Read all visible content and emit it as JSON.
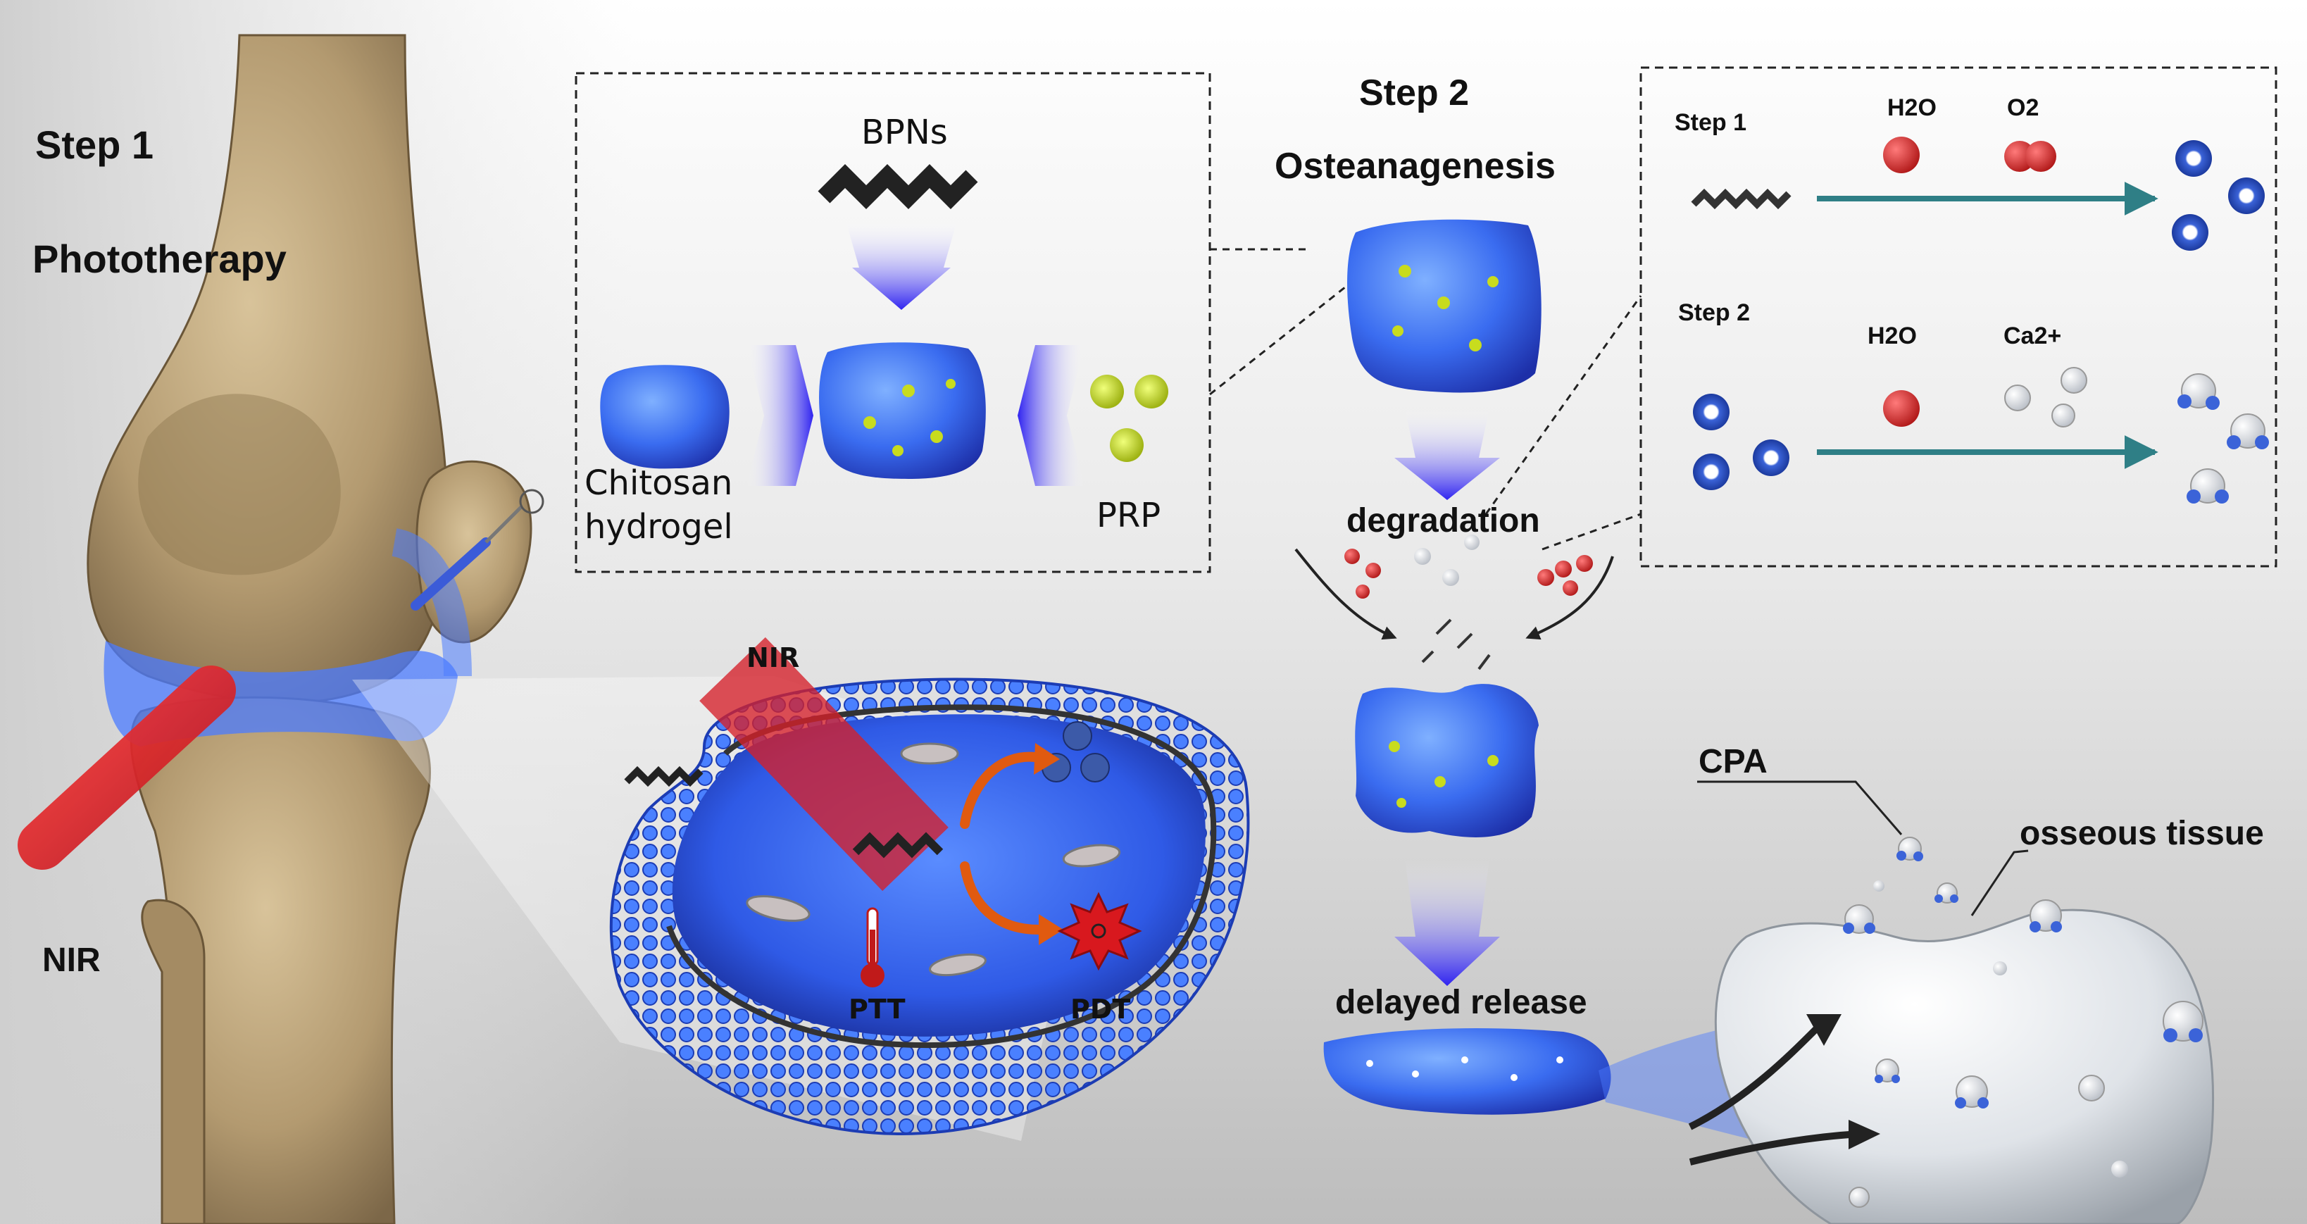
{
  "labels": {
    "step1_title": "Step 1",
    "phototherapy": "Phototherapy",
    "nir_left": "NIR",
    "bpns": "BPNs",
    "chitosan": "Chitosan",
    "hydrogel": "hydrogel",
    "prp": "PRP",
    "step2_title": "Step 2",
    "osteanagenesis": "Osteanagenesis",
    "degradation": "degradation",
    "delayed_release": "delayed  release",
    "nir_cell": "NIR",
    "ptt": "PTT",
    "pdt": "PDT",
    "cpa": "CPA",
    "osseous_tissue": "osseous tissue"
  },
  "reaction_box": {
    "step1": "Step 1",
    "step1_reagent_a": "H2O",
    "step1_reagent_b": "O2",
    "step2": "Step 2",
    "step2_reagent_a": "H2O",
    "step2_reagent_b": "Ca2+"
  },
  "colors": {
    "hydrogel_blue": "#3a6cf0",
    "arrow_blue": "#3b2ff0",
    "bone": "#b9a178",
    "laser_red": "#e0202a",
    "prp_green": "#c8dc1e",
    "oxygen_red": "#d62828",
    "reaction_arrow": "#2f7f86",
    "tooth": "#dfe3e8"
  }
}
